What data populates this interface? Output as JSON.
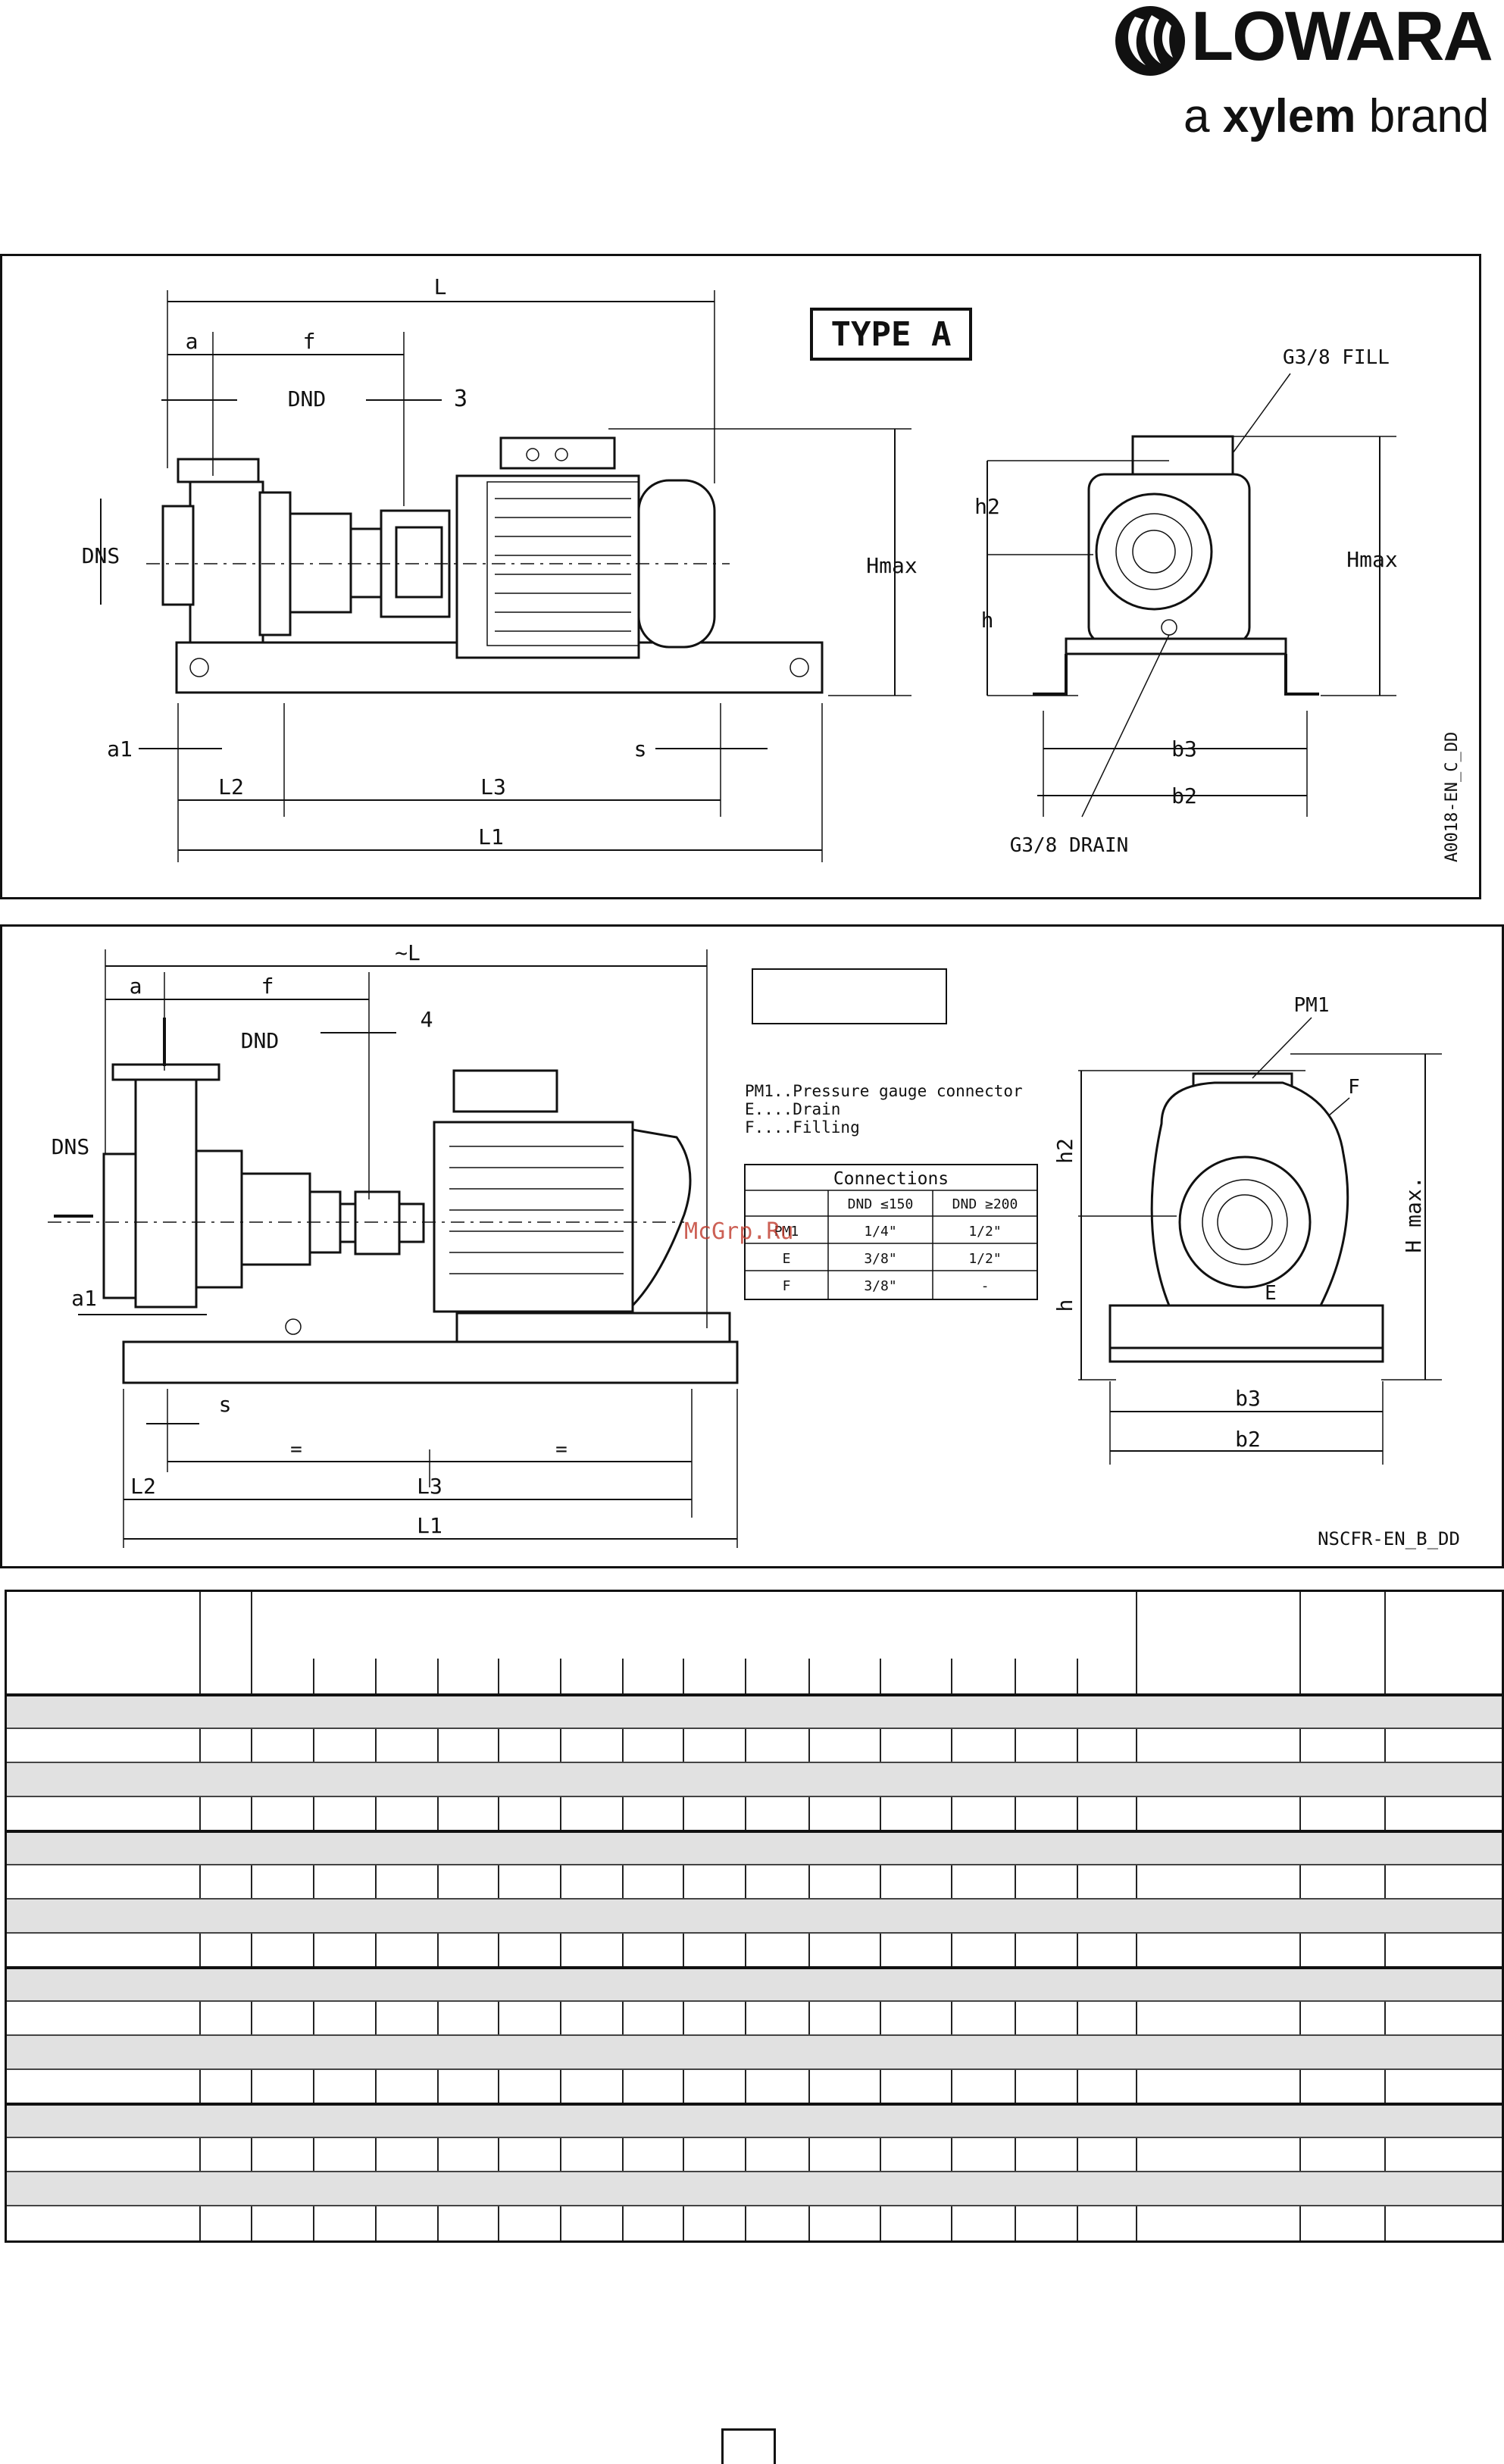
{
  "header": {
    "logo_word": "LOWARA",
    "brand_line_prefix": "a ",
    "brand_line_bold": "xylem",
    "brand_line_suffix": " brand"
  },
  "panel_a": {
    "type_label": "TYPE A",
    "drawing_code": "A0018-EN_C_DD",
    "dims": {
      "L": "L",
      "a": "a",
      "f": "f",
      "DND": "DND",
      "three": "3",
      "DNS": "DNS",
      "Hmax": "Hmax",
      "a1": "a1",
      "s": "s",
      "L2": "L2",
      "L3": "L3",
      "L1": "L1",
      "h2": "h2",
      "h": "h",
      "Hmax_side": "Hmax",
      "b3": "b3",
      "b2": "b2",
      "fill": "G3/8 FILL",
      "drain": "G3/8 DRAIN"
    }
  },
  "panel_b": {
    "drawing_code": "NSCFR-EN_B_DD",
    "dims": {
      "L": "~L",
      "a": "a",
      "f": "f",
      "DND": "DND",
      "four": "4",
      "DNS": "DNS",
      "a1": "a1",
      "s": "s",
      "eq1": "=",
      "eq2": "=",
      "L2": "L2",
      "L3": "L3",
      "L1": "L1",
      "PM1": "PM1",
      "F": "F",
      "E": "E",
      "h2": "h2",
      "h": "h",
      "Hmax": "H max.",
      "b3": "b3",
      "b2": "b2"
    },
    "legend": [
      "PM1..Pressure gauge connector",
      "E....Drain",
      "F....Filling"
    ],
    "connections": {
      "title": "Connections",
      "col1": "DND ≤150",
      "col2": "DND ≥200",
      "rows": [
        {
          "label": "PM1",
          "v1": "1/4\"",
          "v2": "1/2\""
        },
        {
          "label": "E",
          "v1": "3/8\"",
          "v2": "1/2\""
        },
        {
          "label": "F",
          "v1": "3/8\"",
          "v2": "-"
        }
      ]
    },
    "watermark": "McGrp.Ru"
  },
  "table": {
    "row_count": 16
  },
  "footer": {
    "page_number": ""
  }
}
